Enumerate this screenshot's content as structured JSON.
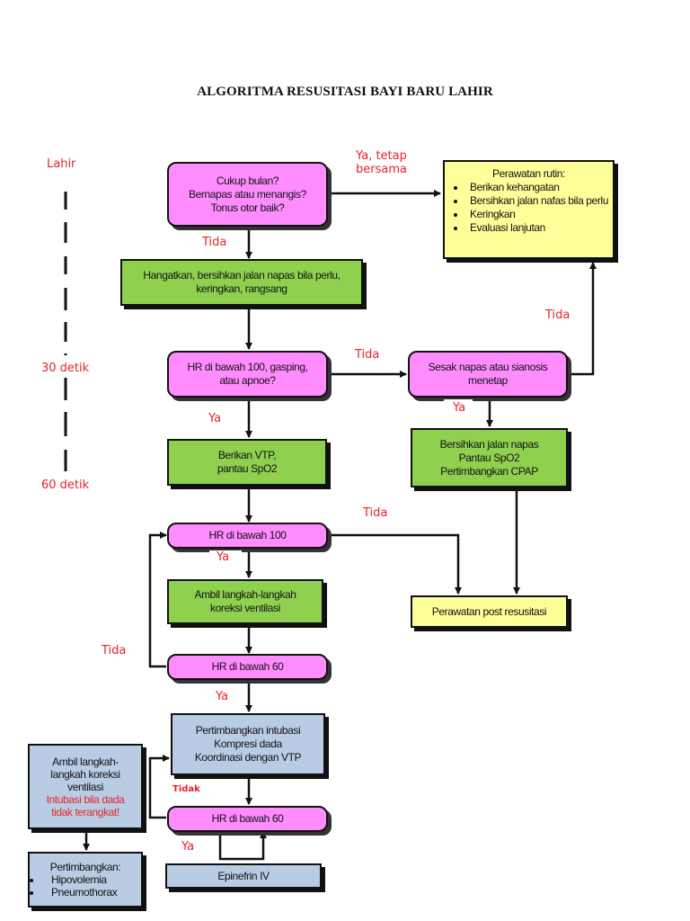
{
  "title": "ALGORITMA RESUSITASI BAYI BARU LAHIR",
  "timeline": {
    "labels": [
      "Lahir",
      "30 detik",
      "60 detik"
    ]
  },
  "nodes": {
    "assessment": {
      "lines": [
        "Cukup bulan?",
        "Bernapas atau menangis?",
        "Tonus otor baik?"
      ]
    },
    "routine_care": {
      "heading": "Perawatan rutin:",
      "items": [
        "Berikan kehangatan",
        "Bersihkan jalan nafas bila perlu",
        "Keringkan",
        "Evaluasi lanjutan"
      ]
    },
    "warm_dry": {
      "lines": [
        "Hangatkan, bersihkan jalan napas bila perlu,",
        "keringkan, rangsang"
      ]
    },
    "hr_check_1": {
      "lines": [
        "HR di bawah 100, gasping,",
        "atau apnoe?"
      ]
    },
    "labored_breathing": {
      "lines": [
        "Sesak napas atau sianosis",
        "menetap"
      ]
    },
    "ppv": {
      "lines": [
        "Berikan VTP,",
        "pantau SpO2"
      ]
    },
    "clear_airway": {
      "lines": [
        "Bersihkan jalan napas",
        "Pantau SpO2",
        "Pertimbangkan CPAP"
      ]
    },
    "hr_below_100": {
      "lines": [
        "HR di bawah 100"
      ]
    },
    "post_resus_care": {
      "lines": [
        "Perawatan post resusitasi"
      ]
    },
    "ventilation_steps": {
      "lines": [
        "Ambil langkah-langkah",
        "koreksi ventilasi"
      ]
    },
    "hr_below_60_a": {
      "lines": [
        "HR di bawah 60"
      ]
    },
    "intubation": {
      "lines": [
        "Pertimbangkan intubasi",
        "Kompresi dada",
        "Koordinasi dengan VTP"
      ]
    },
    "hr_below_60_b": {
      "lines": [
        "HR di bawah 60"
      ]
    },
    "epinephrine": {
      "lines": [
        "Epinefrin IV"
      ]
    },
    "side_ventilation": {
      "lines": [
        "Ambil langkah-",
        "langkah koreksi",
        "ventilasi"
      ],
      "warning_lines": [
        "Intubasi bila dada",
        "tidak terangkat!"
      ]
    },
    "consider": {
      "heading": "Pertimbangkan:",
      "items": [
        "Hipovolemia",
        "Pneumothorax"
      ]
    }
  },
  "edge_labels": {
    "yes_stay_together": [
      "Ya, tetap",
      "bersama"
    ],
    "no_1": "Tida",
    "no_2": "Tida",
    "no_3": "Tida",
    "yes_1": "Ya",
    "yes_2": "Ya",
    "no_4": "Tida",
    "yes_3": "Ya",
    "no_5": "Tida",
    "yes_4": "Ya",
    "no_6": "Tidak",
    "yes_5": "Ya"
  },
  "colors": {
    "decision": "#ff8cff",
    "action": "#8fd14f",
    "care": "#ffff99",
    "advanced": "#b8cce4",
    "label_red": "#e8232a"
  }
}
